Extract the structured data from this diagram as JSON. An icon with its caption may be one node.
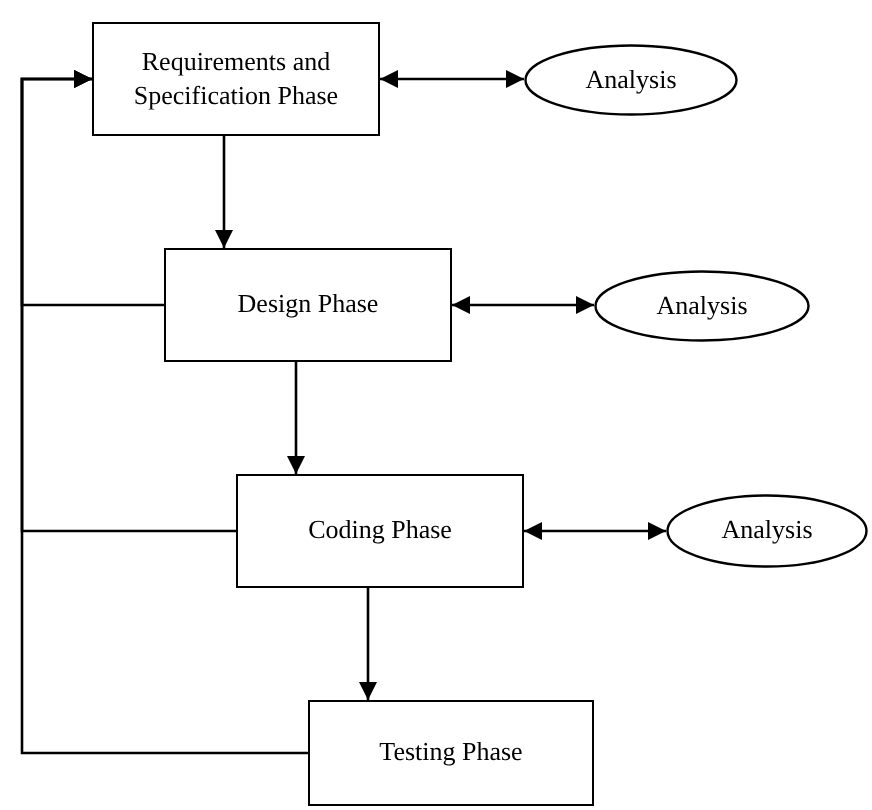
{
  "diagram": {
    "nodes": [
      {
        "text": [
          "Requirements and Specification Phase"
        ]
      },
      {
        "text": [
          "Analysis"
        ]
      },
      {
        "text": [
          "Design Phase"
        ]
      },
      {
        "text": [
          "Analysis"
        ]
      },
      {
        "text": [
          "Coding Phase"
        ]
      },
      {
        "text": [
          "Analysis"
        ]
      },
      {
        "text": [
          "Testing Phase"
        ]
      }
    ],
    "edges": [
      {
        "from": 0,
        "to": 1,
        "arrow": "both"
      },
      {
        "from": 0,
        "to": 2,
        "arrow": "to"
      },
      {
        "from": 2,
        "to": 3,
        "arrow": "both"
      },
      {
        "from": 2,
        "to": 4,
        "arrow": "to"
      },
      {
        "from": 4,
        "to": 5,
        "arrow": "both"
      },
      {
        "from": 4,
        "to": 6,
        "arrow": "to"
      },
      {
        "from": 2,
        "to": 0,
        "arrow": "to"
      },
      {
        "from": 4,
        "to": 0,
        "arrow": "to"
      },
      {
        "from": 6,
        "to": 0,
        "arrow": "to"
      }
    ]
  }
}
